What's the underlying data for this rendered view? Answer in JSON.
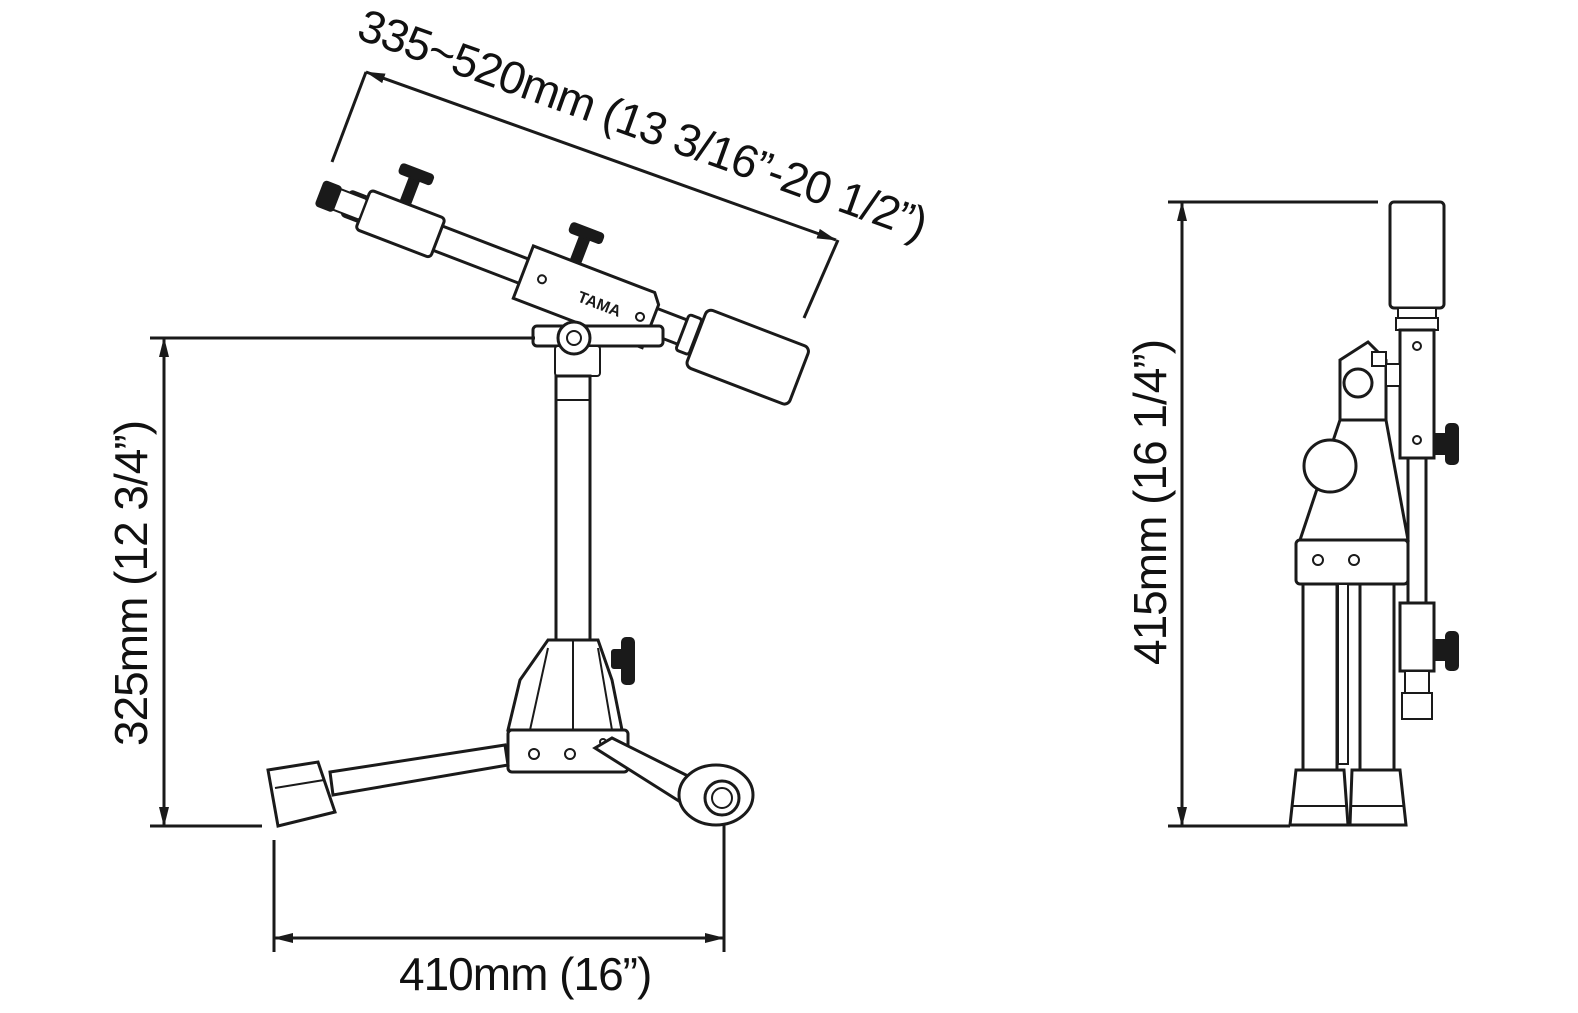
{
  "colors": {
    "line": "#1a1a1a",
    "background": "#ffffff"
  },
  "dimensions": {
    "boom_length": "335~520mm (13 3/16”-20 1/2”)",
    "height_side": "325mm (12 3/4”)",
    "base_width": "410mm (16”)",
    "height_front": "415mm (16 1/4”)"
  },
  "logo_text": "TAMA"
}
